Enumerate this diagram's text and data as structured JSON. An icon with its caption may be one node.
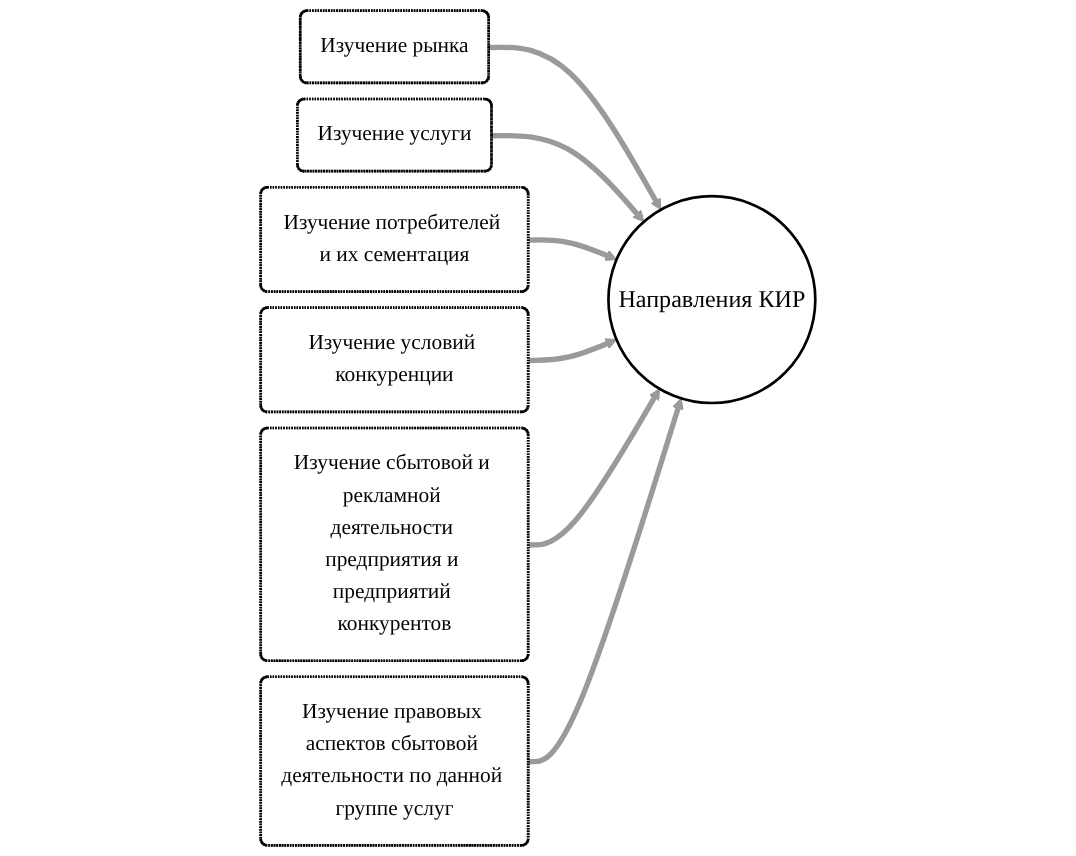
{
  "diagram": {
    "nodes": [
      {
        "text": [
          "Изучение рынка"
        ]
      },
      {
        "text": [
          "Изучение услуги"
        ]
      },
      {
        "text": [
          "Изучение потребителей и их сементация"
        ]
      },
      {
        "text": [
          "Направления КИР"
        ]
      },
      {
        "text": [
          "Изучение условий конкуренции"
        ]
      },
      {
        "text": [
          "Изучение сбытовой и рекламной деятельности предприятия и предприятий конкурентов"
        ]
      },
      {
        "text": [
          "Изучение правовых аспектов сбытовой деятельности по данной группе услуг"
        ]
      }
    ],
    "edges": [
      {
        "from": 0,
        "to": 3,
        "arrow": "to"
      },
      {
        "from": 1,
        "to": 3,
        "arrow": "to"
      },
      {
        "from": 2,
        "to": 3,
        "arrow": "to"
      },
      {
        "from": 4,
        "to": 3,
        "arrow": "to"
      },
      {
        "from": 5,
        "to": 3,
        "arrow": "to"
      },
      {
        "from": 6,
        "to": 3,
        "arrow": "to"
      }
    ]
  }
}
